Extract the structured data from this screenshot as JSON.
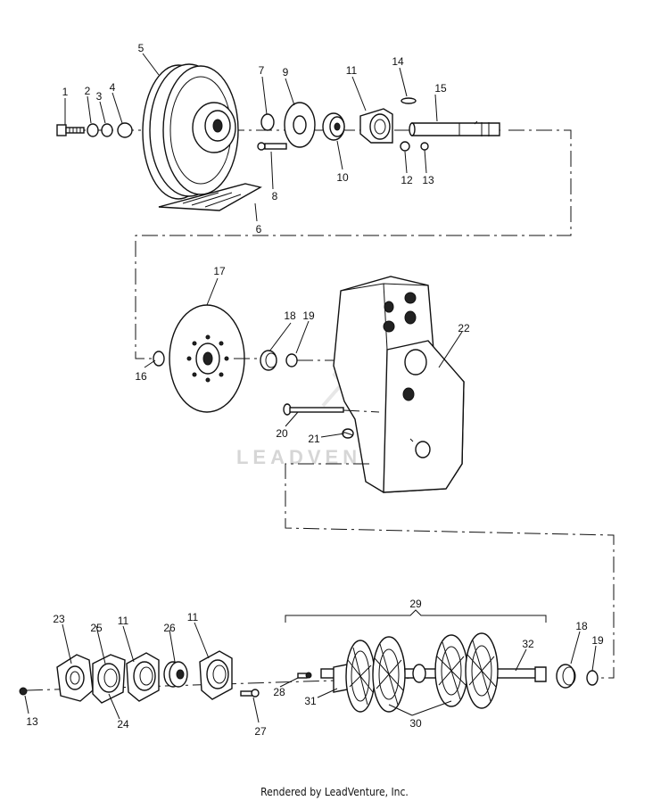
{
  "callouts": {
    "c1": "1",
    "c2": "2",
    "c3": "3",
    "c4": "4",
    "c5": "5",
    "c6": "6",
    "c7": "7",
    "c8": "8",
    "c9": "9",
    "c10": "10",
    "c11a": "11",
    "c12": "12",
    "c13a": "13",
    "c14": "14",
    "c15": "15",
    "c16": "16",
    "c17": "17",
    "c18a": "18",
    "c19a": "19",
    "c20": "20",
    "c21": "21",
    "c22": "22",
    "c23": "23",
    "c24": "24",
    "c25": "25",
    "c11b": "11",
    "c26": "26",
    "c11c": "11",
    "c13b": "13",
    "c27": "27",
    "c28": "28",
    "c29": "29",
    "c30": "30",
    "c31": "31",
    "c32": "32",
    "c18b": "18",
    "c19b": "19"
  },
  "watermark": "LEADVENTURE",
  "footer": "Rendered by LeadVenture, Inc."
}
